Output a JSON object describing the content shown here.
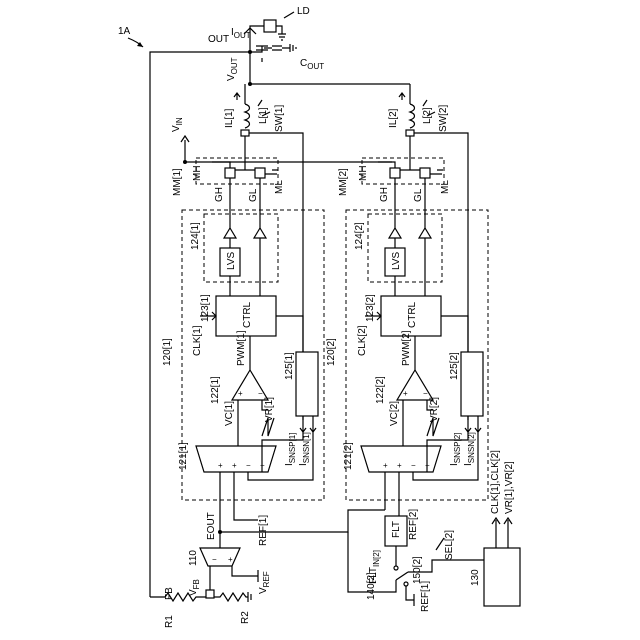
{
  "figure": {
    "ref": "1A",
    "out": "OUT",
    "iout": "I",
    "iout_sub": "OUT",
    "ld": "LD",
    "vout": "V",
    "vout_sub": "OUT",
    "cout": "C",
    "cout_sub": "OUT",
    "vin": "V",
    "vin_sub": "IN",
    "fb": "FB",
    "vfb": "V",
    "vfb_sub": "FB",
    "r1": "R1",
    "r2": "R2",
    "eamp_num": "110",
    "eout": "EOUT",
    "vref": "V",
    "vref_sub": "REF",
    "minus": "−",
    "plus": "+",
    "sel_num": "130",
    "sel_sig": "SEL[2]",
    "sel_out1": "CLK[1],CLK[2]",
    "sel_out2": "VR[1],VR[2]",
    "sw_num": "140[2]",
    "flt_num": "150[2]",
    "ref1": "REF[1]"
  },
  "phases": [
    {
      "il": "IL[1]",
      "l": "L[1]",
      "sw": "SW[1]",
      "mm": "MM[1]",
      "mh": "MH",
      "ml": "ML",
      "gh": "GH",
      "gl": "GL",
      "drv": "124[1]",
      "lvs": "LVS",
      "ctrl_num": "123[1]",
      "ctrl": "CTRL",
      "clk": "CLK[1]",
      "pwm": "PWM[1]",
      "block": "120[1]",
      "cmp": "122[1]",
      "vr": "VR[1]",
      "sns": "125[1]",
      "vc": "VC[1]",
      "amp": "121[1]",
      "isnp": "I",
      "isnp_sub": "SNSP[1]",
      "isnn": "I",
      "isnn_sub": "SNSN[1]",
      "ref": "REF[1]"
    },
    {
      "il": "IL[2]",
      "l": "L[2]",
      "sw": "SW[2]",
      "mm": "MM[2]",
      "mh": "MH",
      "ml": "ML",
      "gh": "GH",
      "gl": "GL",
      "drv": "124[2]",
      "lvs": "LVS",
      "ctrl_num": "123[2]",
      "ctrl": "CTRL",
      "clk": "CLK[2]",
      "pwm": "PWM[2]",
      "block": "120[2]",
      "cmp": "122[2]",
      "vr": "VR[2]",
      "sns": "125[2]",
      "vc": "VC[2]",
      "amp": "121[2]",
      "isnp": "I",
      "isnp_sub": "SNSP[2]",
      "isnn": "I",
      "isnn_sub": "SNSN[2]",
      "ref": "REF[2]",
      "flt": "FLT",
      "flt_in": "FLT",
      "flt_in_sub": "IN[2]"
    }
  ]
}
